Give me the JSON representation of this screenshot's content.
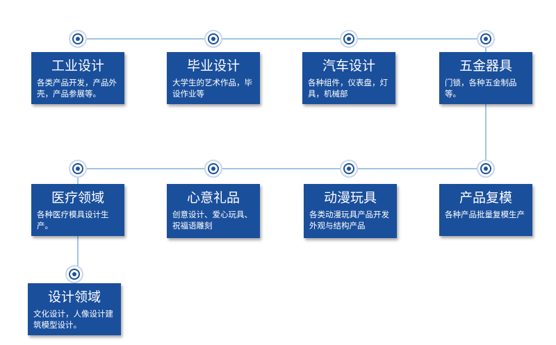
{
  "colors": {
    "box": "#1a4f9c",
    "line": "#7fb2de",
    "node": "#1a4f9c"
  },
  "boxes": [
    {
      "title": "工业设计",
      "desc": "各类产品开发，产品外壳，产品参展等。"
    },
    {
      "title": "毕业设计",
      "desc": "大学生的艺术作品，毕设作业等"
    },
    {
      "title": "汽车设计",
      "desc": "各种组件，仪表盘，灯具，机械部"
    },
    {
      "title": "五金器具",
      "desc": "门锁，各种五金制品等。"
    },
    {
      "title": "医疗领域",
      "desc": "各种医疗模具设计生产。"
    },
    {
      "title": "心意礼品",
      "desc": "创意设计、爱心玩具、祝福语雕刻"
    },
    {
      "title": "动漫玩具",
      "desc": "各类动漫玩具产品开发外观与结构产品"
    },
    {
      "title": "产品复模",
      "desc": "各种产品批量复模生产"
    },
    {
      "title": "设计领域",
      "desc": "文化设计，人像设计建筑模型设计。"
    }
  ]
}
